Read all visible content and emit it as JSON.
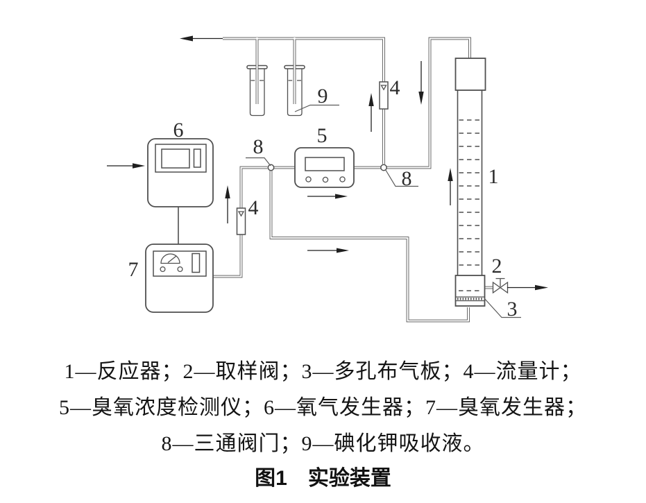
{
  "colors": {
    "line": "#4f4f4f",
    "arrow": "#1f1f1f",
    "label": "#2b2b2b",
    "text": "#141414",
    "background": "#ffffff"
  },
  "diagram": {
    "labels": {
      "reactor": "1",
      "sampling_valve": "2",
      "porous_plate": "3",
      "flowmeter_upper": "4",
      "flowmeter_lower": "4",
      "ozone_detector": "5",
      "oxygen_generator": "6",
      "ozone_generator": "7",
      "three_way_valve_left": "8",
      "three_way_valve_right": "8",
      "ki_absorber": "9"
    }
  },
  "legend": {
    "lines": [
      "1—反应器；2—取样阀；3—多孔布气板；4—流量计；",
      "5—臭氧浓度检测仪；6—氧气发生器；7—臭氧发生器；",
      "8—三通阀门；9—碘化钾吸收液。"
    ]
  },
  "caption": "图1　实验装置"
}
